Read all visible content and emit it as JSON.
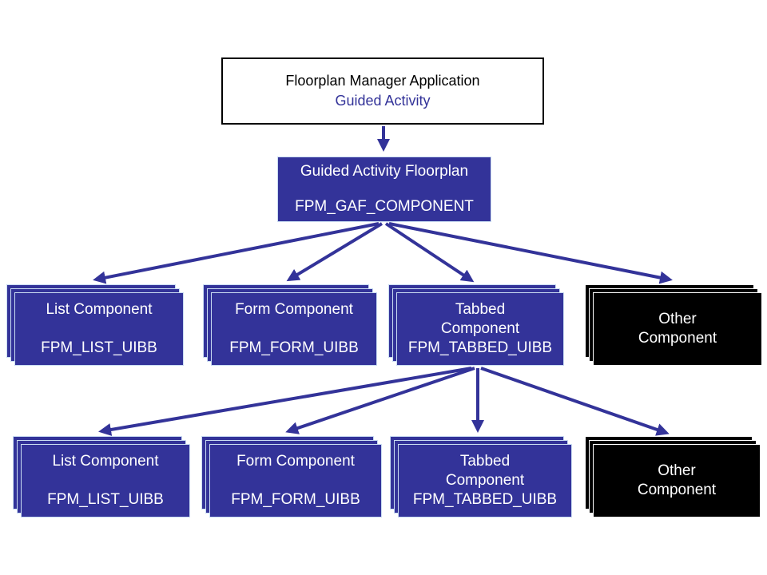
{
  "root": {
    "title": "Floorplan Manager Application",
    "subtitle": "Guided Activity"
  },
  "floorplan": {
    "name": "Guided Activity Floorplan",
    "tech": "FPM_GAF_COMPONENT"
  },
  "rows": [
    {
      "boxes": [
        {
          "name": "List Component",
          "tech": "FPM_LIST_UIBB"
        },
        {
          "name": "Form Component",
          "tech": "FPM_FORM_UIBB"
        },
        {
          "name": "Tabbed Component",
          "tech": "FPM_TABBED_UIBB"
        },
        {
          "name": "Other Component",
          "tech": ""
        }
      ]
    },
    {
      "boxes": [
        {
          "name": "List Component",
          "tech": "FPM_LIST_UIBB"
        },
        {
          "name": "Form Component",
          "tech": "FPM_FORM_UIBB"
        },
        {
          "name": "Tabbed Component",
          "tech": "FPM_TABBED_UIBB"
        },
        {
          "name": "Other Component",
          "tech": ""
        }
      ]
    }
  ],
  "colors": {
    "box-blue": "#333399",
    "box-black": "#000000",
    "light-border": "#c9dcf2",
    "white-border": "#ffffff",
    "arrow": "#333399",
    "root-border": "#000000",
    "subtitle": "#333399",
    "text-light": "#ffffff",
    "text-dark": "#000000"
  }
}
